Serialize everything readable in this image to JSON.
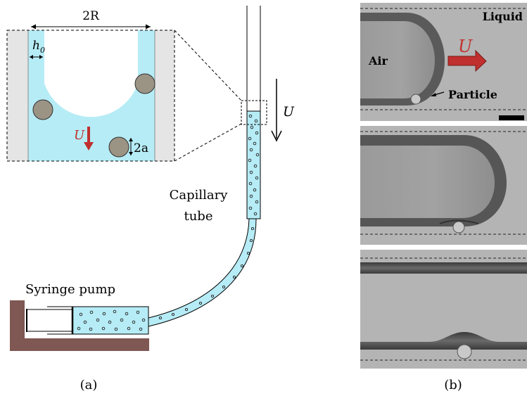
{
  "panel_a": {
    "inset": {
      "width_label": "2R",
      "film_label": "h",
      "film_sub": "0",
      "velocity_label": "U",
      "particle_label": "2a"
    },
    "tube_velocity_label": "U",
    "capillary_label_line1": "Capillary",
    "capillary_label_line2": "tube",
    "syringe_label": "Syringe pump",
    "caption": "(a)"
  },
  "panel_b": {
    "liquid_label": "Liquid",
    "air_label": "Air",
    "velocity_label": "U",
    "particle_label": "Particle",
    "caption": "(b)"
  },
  "colors": {
    "liquid": "#b6ecf6",
    "wall": "#e5e5e5",
    "particle": "#9b9384",
    "velocity_arrow": "#c0302e",
    "pump": "#7f5753",
    "photo_bg": "#b4b4b4"
  }
}
